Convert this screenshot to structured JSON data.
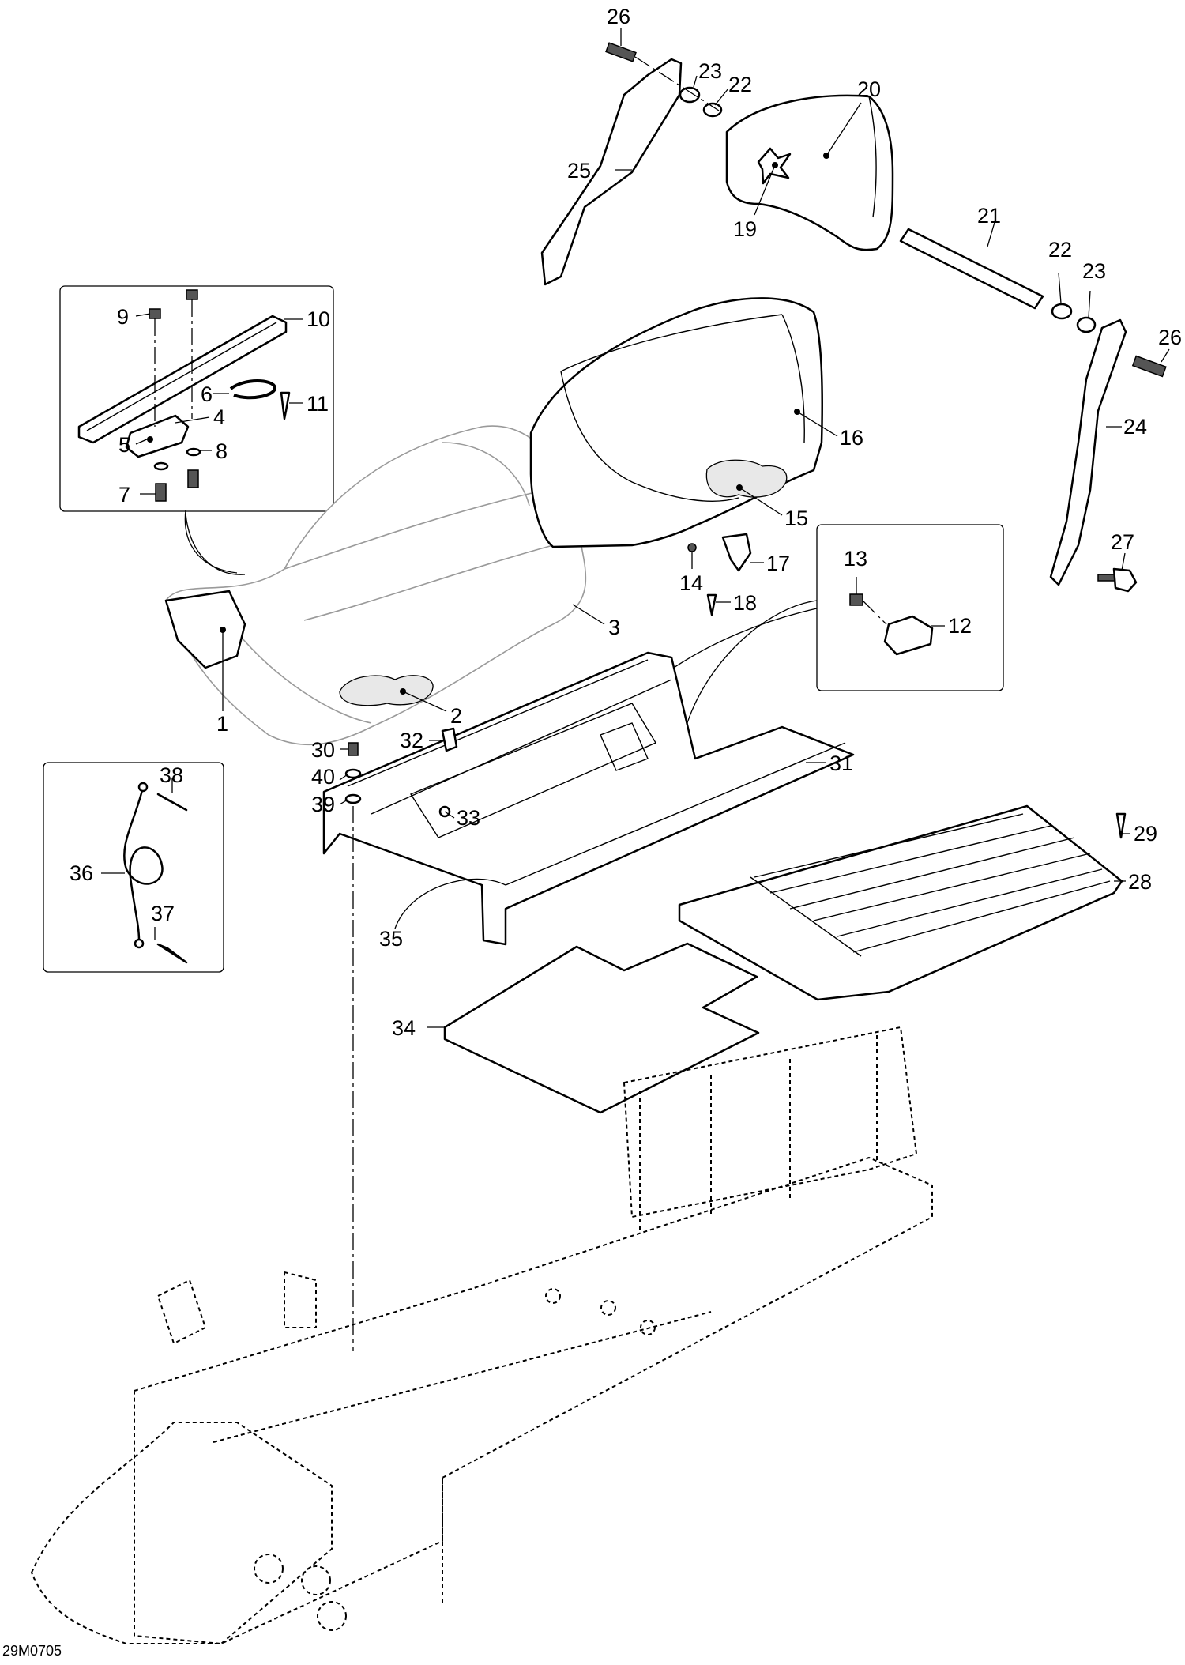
{
  "drawing_code": "29M0705",
  "callouts": [
    {
      "id": "c1",
      "label": "1"
    },
    {
      "id": "c2",
      "label": "2"
    },
    {
      "id": "c3",
      "label": "3"
    },
    {
      "id": "c4",
      "label": "4"
    },
    {
      "id": "c5",
      "label": "5"
    },
    {
      "id": "c6",
      "label": "6"
    },
    {
      "id": "c7",
      "label": "7"
    },
    {
      "id": "c8",
      "label": "8"
    },
    {
      "id": "c9",
      "label": "9"
    },
    {
      "id": "c10",
      "label": "10"
    },
    {
      "id": "c11",
      "label": "11"
    },
    {
      "id": "c12",
      "label": "12"
    },
    {
      "id": "c13",
      "label": "13"
    },
    {
      "id": "c14",
      "label": "14"
    },
    {
      "id": "c15",
      "label": "15"
    },
    {
      "id": "c16",
      "label": "16"
    },
    {
      "id": "c17",
      "label": "17"
    },
    {
      "id": "c18",
      "label": "18"
    },
    {
      "id": "c19",
      "label": "19"
    },
    {
      "id": "c20",
      "label": "20"
    },
    {
      "id": "c21",
      "label": "21"
    },
    {
      "id": "c22a",
      "label": "22"
    },
    {
      "id": "c22b",
      "label": "22"
    },
    {
      "id": "c23a",
      "label": "23"
    },
    {
      "id": "c23b",
      "label": "23"
    },
    {
      "id": "c24",
      "label": "24"
    },
    {
      "id": "c25",
      "label": "25"
    },
    {
      "id": "c26a",
      "label": "26"
    },
    {
      "id": "c26b",
      "label": "26"
    },
    {
      "id": "c27",
      "label": "27"
    },
    {
      "id": "c28",
      "label": "28"
    },
    {
      "id": "c29",
      "label": "29"
    },
    {
      "id": "c30",
      "label": "30"
    },
    {
      "id": "c31",
      "label": "31"
    },
    {
      "id": "c32",
      "label": "32"
    },
    {
      "id": "c33",
      "label": "33"
    },
    {
      "id": "c34",
      "label": "34"
    },
    {
      "id": "c35",
      "label": "35"
    },
    {
      "id": "c36",
      "label": "36"
    },
    {
      "id": "c37",
      "label": "37"
    },
    {
      "id": "c38",
      "label": "38"
    },
    {
      "id": "c39",
      "label": "39"
    },
    {
      "id": "c40",
      "label": "40"
    }
  ]
}
